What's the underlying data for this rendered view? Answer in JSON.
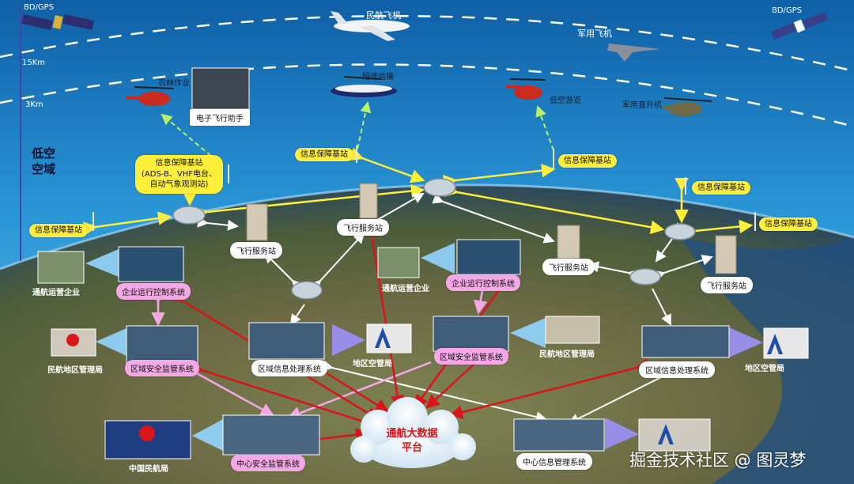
{
  "satellites": {
    "left": "BD/GPS",
    "right": "BD/GPS"
  },
  "altitudes": {
    "high": "15Km",
    "low": "3Km"
  },
  "airspace": {
    "label_line1": "低空",
    "label_line2": "空域"
  },
  "aircraft": {
    "civil": "民航飞机",
    "military": "军用飞机",
    "agriculture": "农林作业",
    "short_transport": "短途运输",
    "sightseeing": "低空游览",
    "military_heli": "军用直升机",
    "efb": "电子飞行助手"
  },
  "stations": {
    "info_station": "信息保障基站",
    "info_station_detail": [
      "信息保障基站",
      "(ADS-B、VHF电台、",
      "自动气象观测站)"
    ]
  },
  "service_station": "飞行服务站",
  "systems": {
    "enterprise_company": "通航运营企业",
    "enterprise_control": "企业运行控制系统",
    "region_safety": "区域安全监管系统",
    "region_info": "区域信息处理系统",
    "caac_region": "民航地区管理局",
    "region_atc": "地区空管局",
    "center_safety": "中心安全监管系统",
    "center_info": "中心信息管理系统",
    "caac": "中国民航局"
  },
  "platform": {
    "line1": "通航大数据",
    "line2": "平台"
  },
  "watermark": "掘金技术社区 @ 图灵梦",
  "colors": {
    "yellow_link": "#ffef3a",
    "red_link": "#d8151b",
    "pink_box": "#f4a8e6",
    "sky": "#1a6fae"
  }
}
